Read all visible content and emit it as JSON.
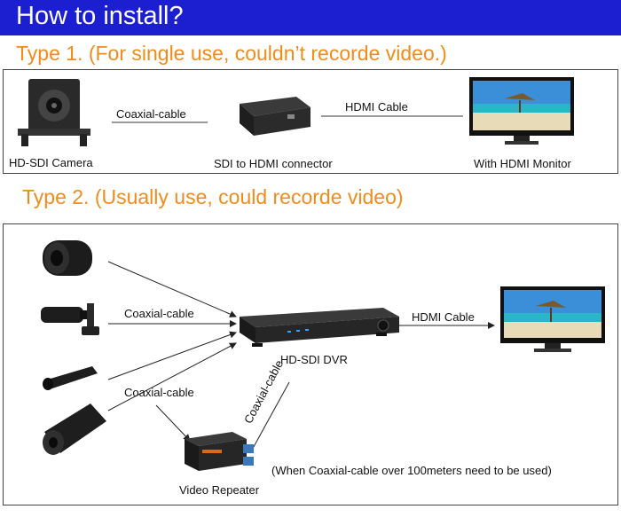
{
  "header": {
    "title": "How to install?"
  },
  "type1": {
    "heading": "Type 1. (For single use, couldn’t  recorde video.)",
    "camera_label": "HD-SDI Camera",
    "cable1_label": "Coaxial-cable",
    "connector_label": "SDI to HDMI connector",
    "cable2_label": "HDMI Cable",
    "monitor_label": "With HDMI Monitor"
  },
  "type2": {
    "heading": "Type 2. (Usually use, could recorde video)",
    "cable1_label": "Coaxial-cable",
    "cable2_label": "Coaxial-cable",
    "cable3_label": "Coaxial-cable",
    "dvr_label": "HD-SDI DVR",
    "hdmi_label": "HDMI Cable",
    "repeater_label": "Video Repeater",
    "note": "(When Coaxial-cable over 100meters need to be used)"
  },
  "colors": {
    "title_bar": "#1b1fcf",
    "heading": "#f08c1c"
  },
  "icons": [
    "camera-icon",
    "connector-icon",
    "monitor-icon",
    "dvr-icon",
    "repeater-icon"
  ]
}
